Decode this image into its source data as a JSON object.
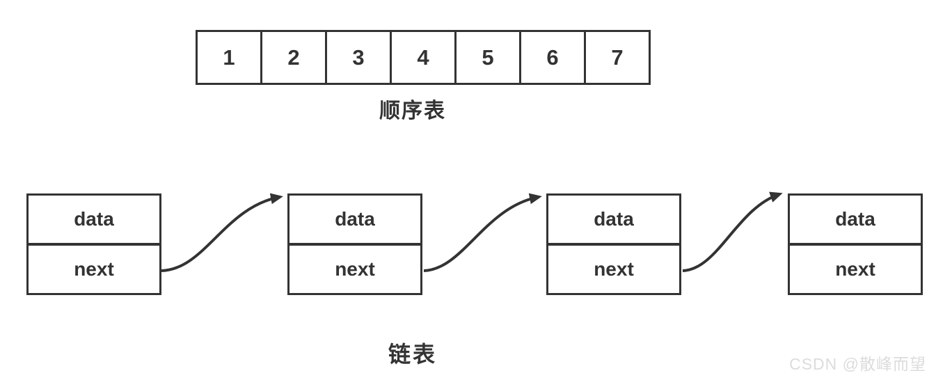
{
  "diagram": {
    "sequential_list": {
      "label": "顺序表",
      "cells": [
        "1",
        "2",
        "3",
        "4",
        "5",
        "6",
        "7"
      ]
    },
    "linked_list": {
      "label": "链表",
      "nodes": [
        {
          "data_label": "data",
          "next_label": "next"
        },
        {
          "data_label": "data",
          "next_label": "next"
        },
        {
          "data_label": "data",
          "next_label": "next"
        },
        {
          "data_label": "data",
          "next_label": "next"
        }
      ]
    },
    "watermark": "CSDN @散峰而望",
    "colors": {
      "border": "#333333",
      "text": "#333333",
      "watermark": "#dcdcdc",
      "background": "#ffffff"
    }
  }
}
